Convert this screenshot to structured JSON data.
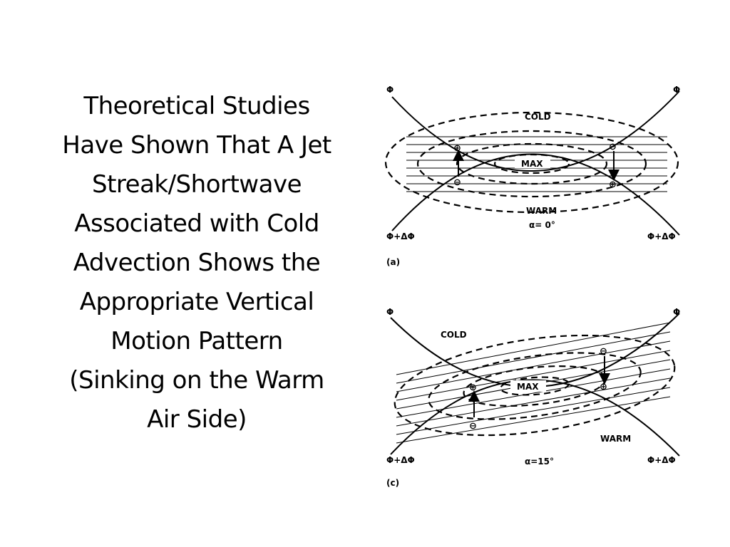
{
  "title_lines": [
    "Theoretical Studies",
    "Have Shown That A Jet",
    "Streak/Shortwave",
    "Associated with Cold",
    "Advection Shows the",
    "Appropriate Vertical",
    "Motion Pattern",
    "(Sinking on the Warm",
    "Air Side)"
  ],
  "panel_a": {
    "phi_left": "Φ",
    "phi_right": "Φ",
    "phi_delta_left": "Φ+ΔΦ",
    "phi_delta_right": "Φ+ΔΦ",
    "cold": "COLD",
    "warm": "WARM",
    "max": "MAX",
    "alpha": "α= 0°",
    "panel_label": "(a)",
    "plus": "⊕",
    "minus": "⊖"
  },
  "panel_c": {
    "phi_left": "Φ",
    "phi_right": "Φ",
    "phi_delta_left": "Φ+ΔΦ",
    "phi_delta_right": "Φ+ΔΦ",
    "cold": "COLD",
    "warm": "WARM",
    "max": "MAX",
    "alpha": "α=15°",
    "panel_label": "(c)",
    "plus": "⊕",
    "minus": "⊖"
  }
}
